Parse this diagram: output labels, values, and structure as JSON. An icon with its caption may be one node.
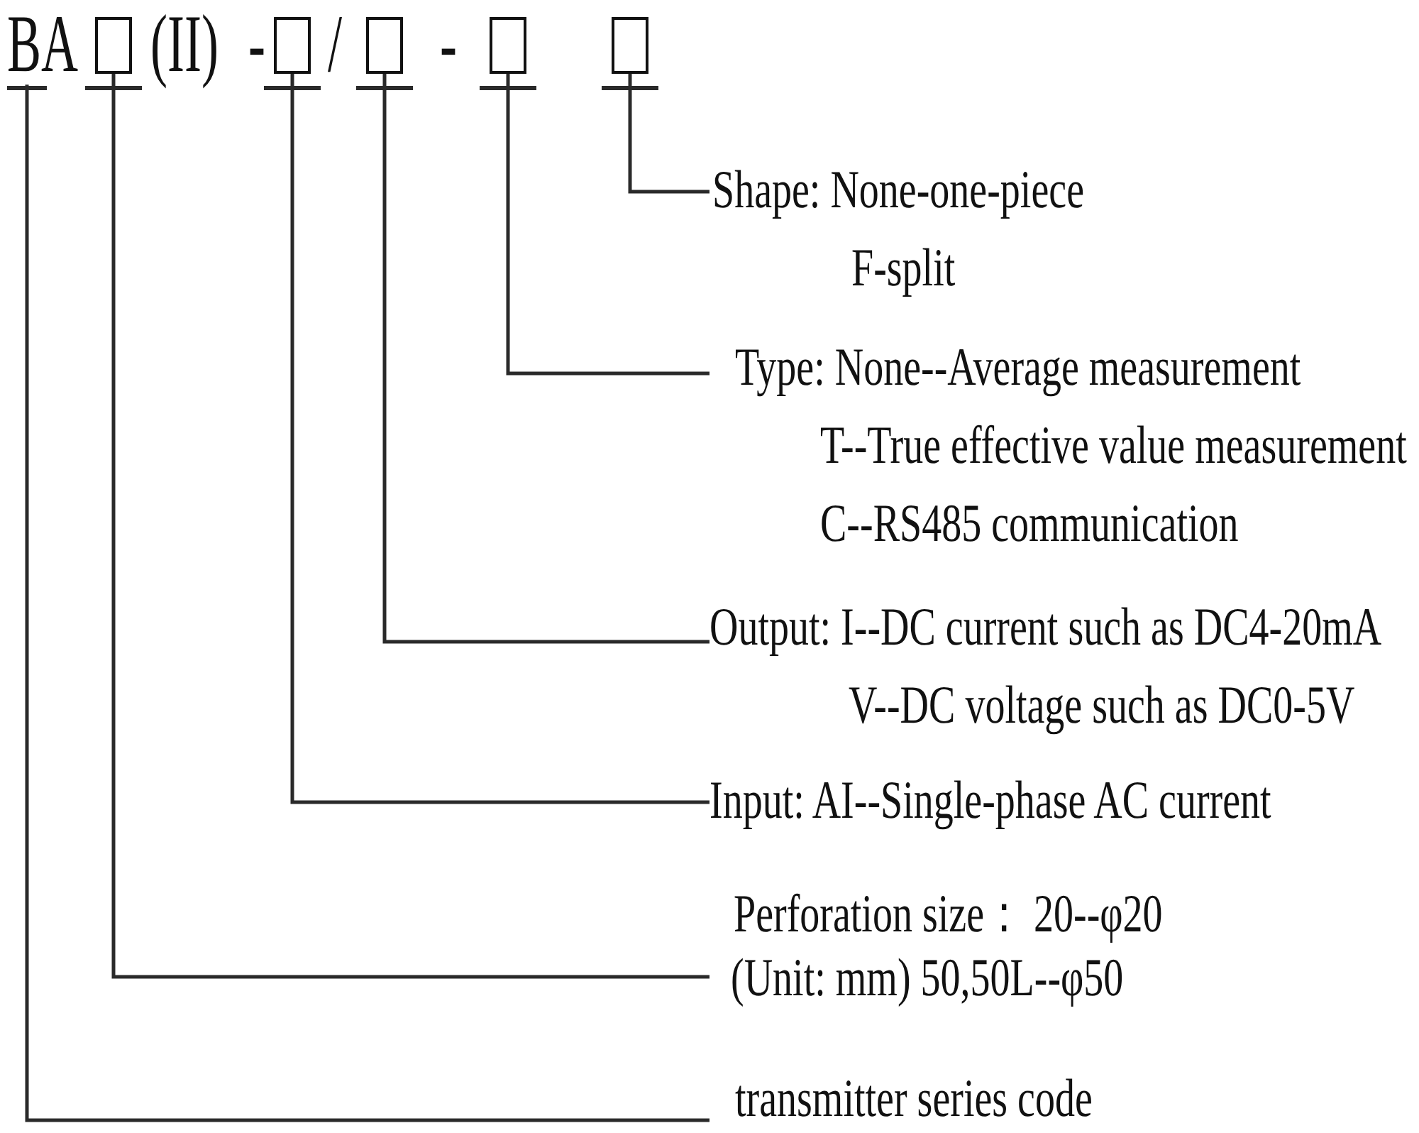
{
  "diagram": {
    "nodes": [
      {
        "text": [
          "BA"
        ]
      },
      {
        "text": [],
        "shape": "box"
      },
      {
        "text": [],
        "shape": "box"
      },
      {
        "text": [],
        "shape": "box"
      },
      {
        "text": [],
        "shape": "box"
      },
      {
        "text": [],
        "shape": "box"
      },
      {
        "text": [
          "Shape: None-one-piece",
          "F-split"
        ]
      },
      {
        "text": [
          "Type: None--Average measurement",
          "T--True effective value measurement",
          "C--RS485 communication"
        ]
      },
      {
        "text": [
          "Output: I--DC current such as DC4-20mA",
          "V--DC voltage such as DC0-5V"
        ]
      },
      {
        "text": [
          "Input: AI--Single-phase AC current"
        ]
      },
      {
        "text": [
          "Perforation size： 20--φ20",
          "(Unit: mm) 50,50L--φ50"
        ]
      },
      {
        "text": [
          "transmitter series code"
        ]
      }
    ],
    "edges": [
      {
        "from": 0,
        "to": 11,
        "arrow": "none"
      },
      {
        "from": 1,
        "to": 10,
        "arrow": "none"
      },
      {
        "from": 2,
        "to": 9,
        "arrow": "none"
      },
      {
        "from": 3,
        "to": 8,
        "arrow": "none"
      },
      {
        "from": 4,
        "to": 7,
        "arrow": "none"
      },
      {
        "from": 5,
        "to": 6,
        "arrow": "none"
      }
    ],
    "labels": [
      "(II)",
      "-",
      "/",
      "-"
    ]
  }
}
